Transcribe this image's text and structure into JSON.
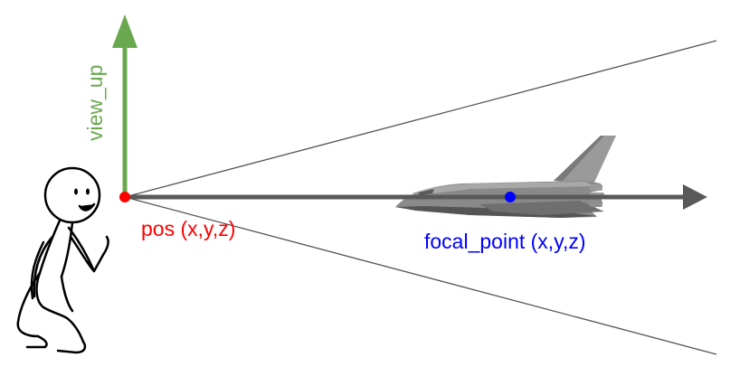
{
  "labels": {
    "view_up": "view_up",
    "pos": "pos (x,y,z)",
    "focal_point": "focal_point (x,y,z)"
  },
  "colors": {
    "view_up": "#6aa84f",
    "pos": "#ff0000",
    "focal_point": "#0000ff",
    "view_direction_arrow": "#595959",
    "frustum_lines": "#555555",
    "aircraft": "#8a8a8a",
    "stick_figure": "#000000"
  },
  "icons": {
    "observer": "stick-figure-icon",
    "target": "space-shuttle-icon"
  }
}
